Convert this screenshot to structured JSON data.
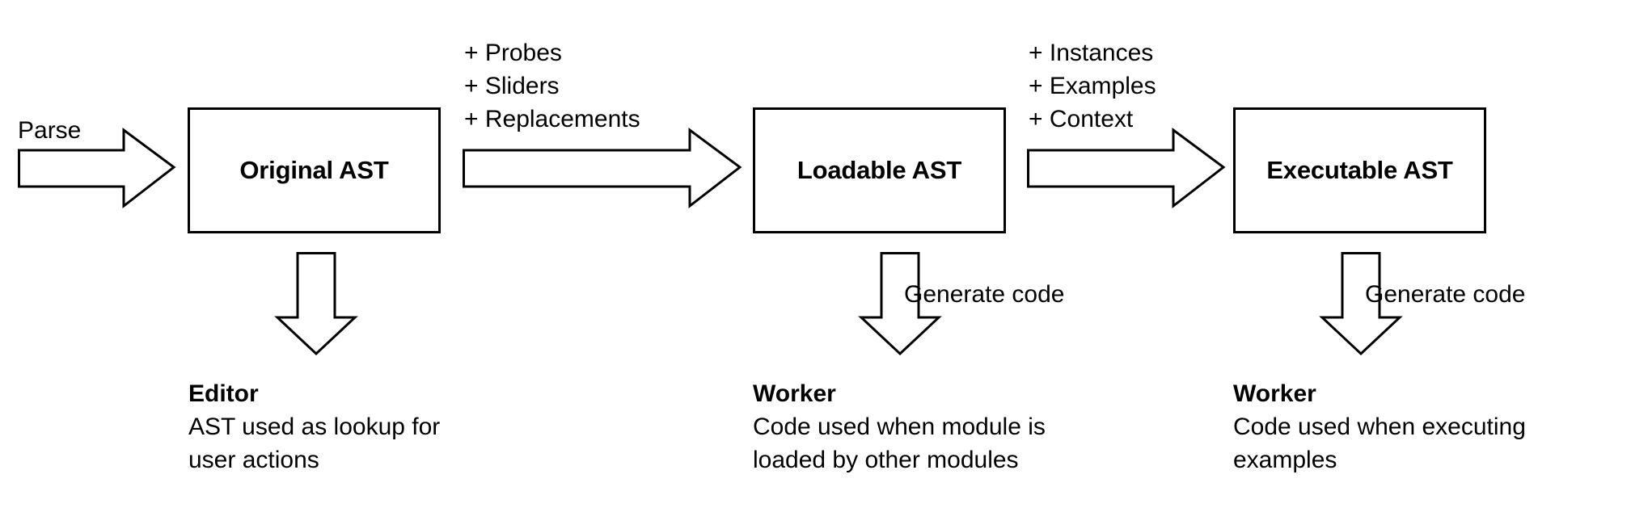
{
  "diagram": {
    "title": "AST pipeline diagram",
    "colors": {
      "stroke": "#000000",
      "fill": "#ffffff",
      "text": "#000000"
    },
    "stages": [
      {
        "id": "original",
        "label": "Original AST"
      },
      {
        "id": "loadable",
        "label": "Loadable AST"
      },
      {
        "id": "executable",
        "label": "Executable AST"
      }
    ],
    "flow_arrows": [
      {
        "id": "parse",
        "label": "Parse",
        "direction": "right"
      },
      {
        "id": "to-loadable",
        "label": "",
        "direction": "right"
      },
      {
        "id": "to-executable",
        "label": "",
        "direction": "right"
      }
    ],
    "annotations": {
      "to_loadable": [
        "+ Probes",
        "+ Sliders",
        "+ Replacements"
      ],
      "to_executable": [
        "+ Instances",
        "+ Examples",
        "+ Context"
      ]
    },
    "down_arrows": [
      {
        "id": "editor",
        "label": ""
      },
      {
        "id": "worker1",
        "label": "Generate code"
      },
      {
        "id": "worker2",
        "label": "Generate code"
      }
    ],
    "captions": [
      {
        "id": "editor",
        "title": "Editor",
        "lines": [
          "AST used as lookup for",
          "user actions"
        ]
      },
      {
        "id": "worker-loadable",
        "title": "Worker",
        "lines": [
          "Code used when module is",
          "loaded by other modules"
        ]
      },
      {
        "id": "worker-executable",
        "title": "Worker",
        "lines": [
          "Code used when executing",
          "examples"
        ]
      }
    ]
  }
}
